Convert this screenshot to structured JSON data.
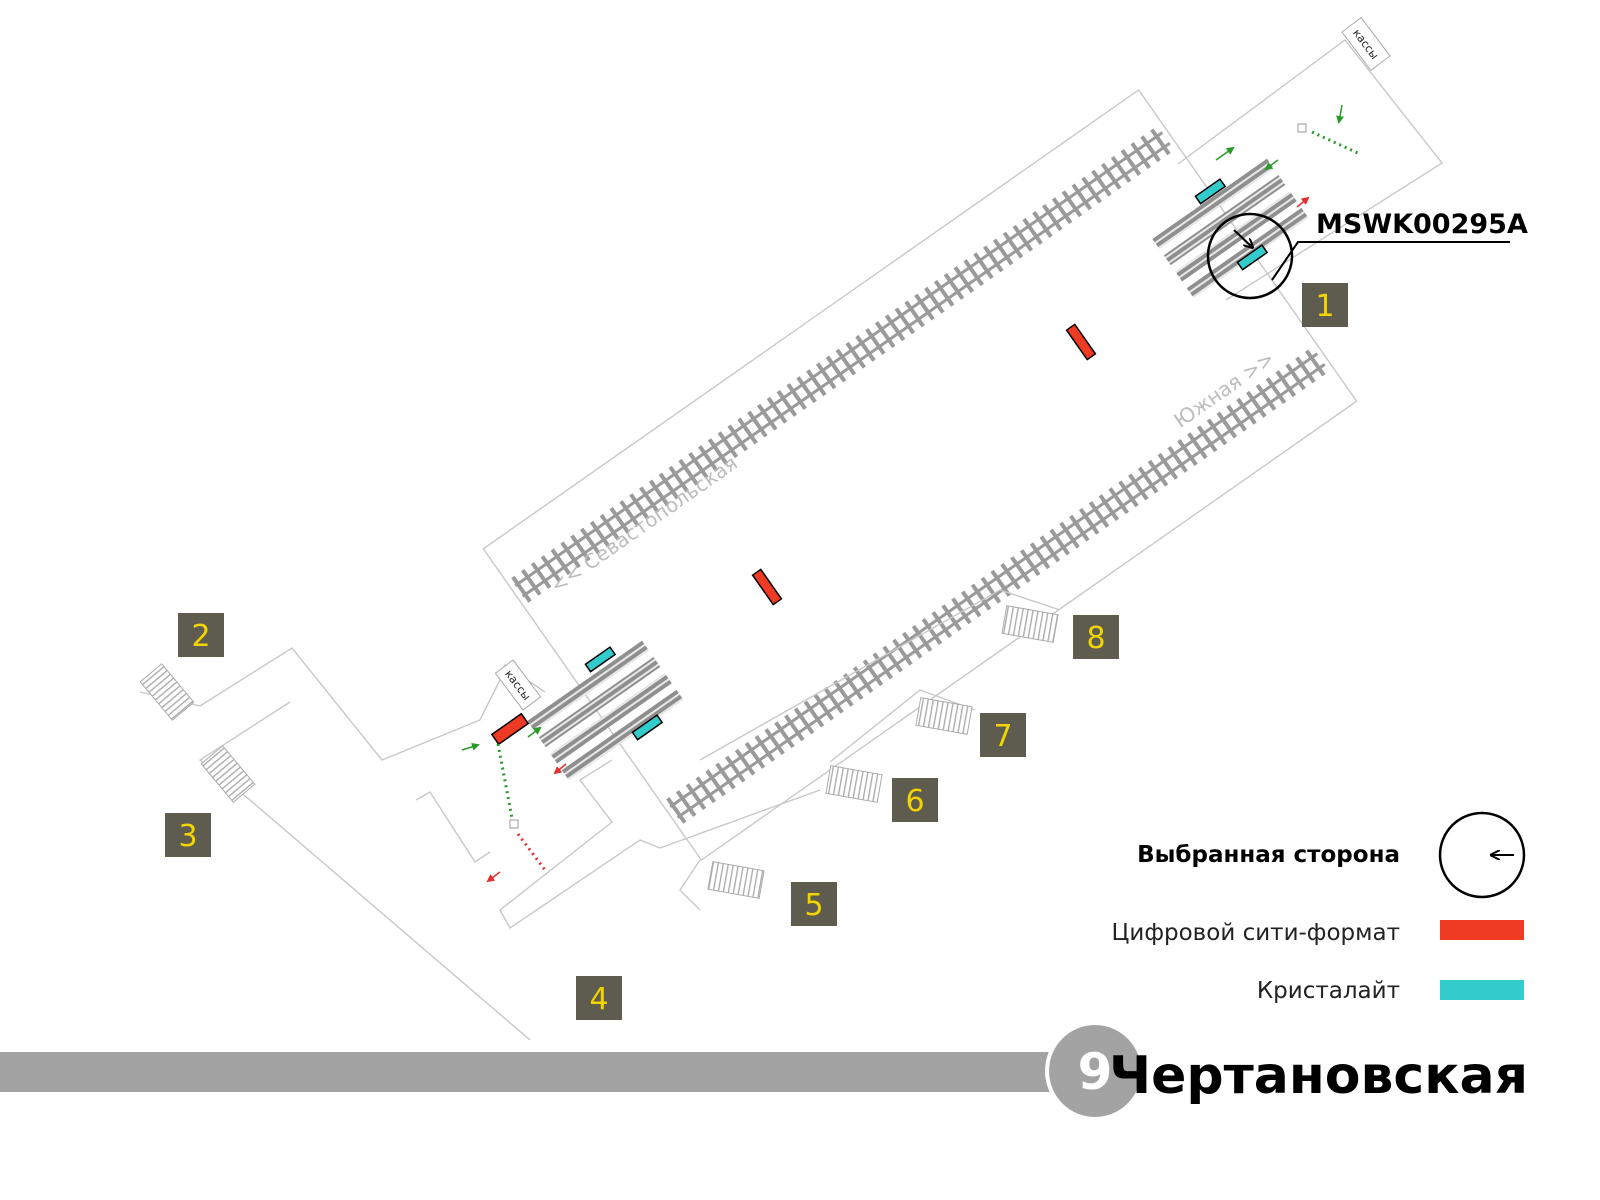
{
  "station": {
    "name": "Чертановская",
    "line_number": "9",
    "line_color": "#a3a3a3"
  },
  "directions": {
    "left": "<< Севастопольская",
    "right": "Южная >>"
  },
  "ticket_office_label": "кассы",
  "selected_code": "MSWK00295A",
  "exits": [
    "1",
    "2",
    "3",
    "4",
    "5",
    "6",
    "7",
    "8"
  ],
  "legend": {
    "selected_side": "Выбранная сторона",
    "digital_city_format": "Цифровой сити-формат",
    "crystalite": "Кристалайт"
  },
  "colors": {
    "digital_city_format": "#ef3b24",
    "crystalite": "#33cccc",
    "exit_box": "#5e5b4f",
    "exit_text": "#f2d500",
    "arrow_green": "#2a9a2a",
    "arrow_red": "#e03030"
  }
}
